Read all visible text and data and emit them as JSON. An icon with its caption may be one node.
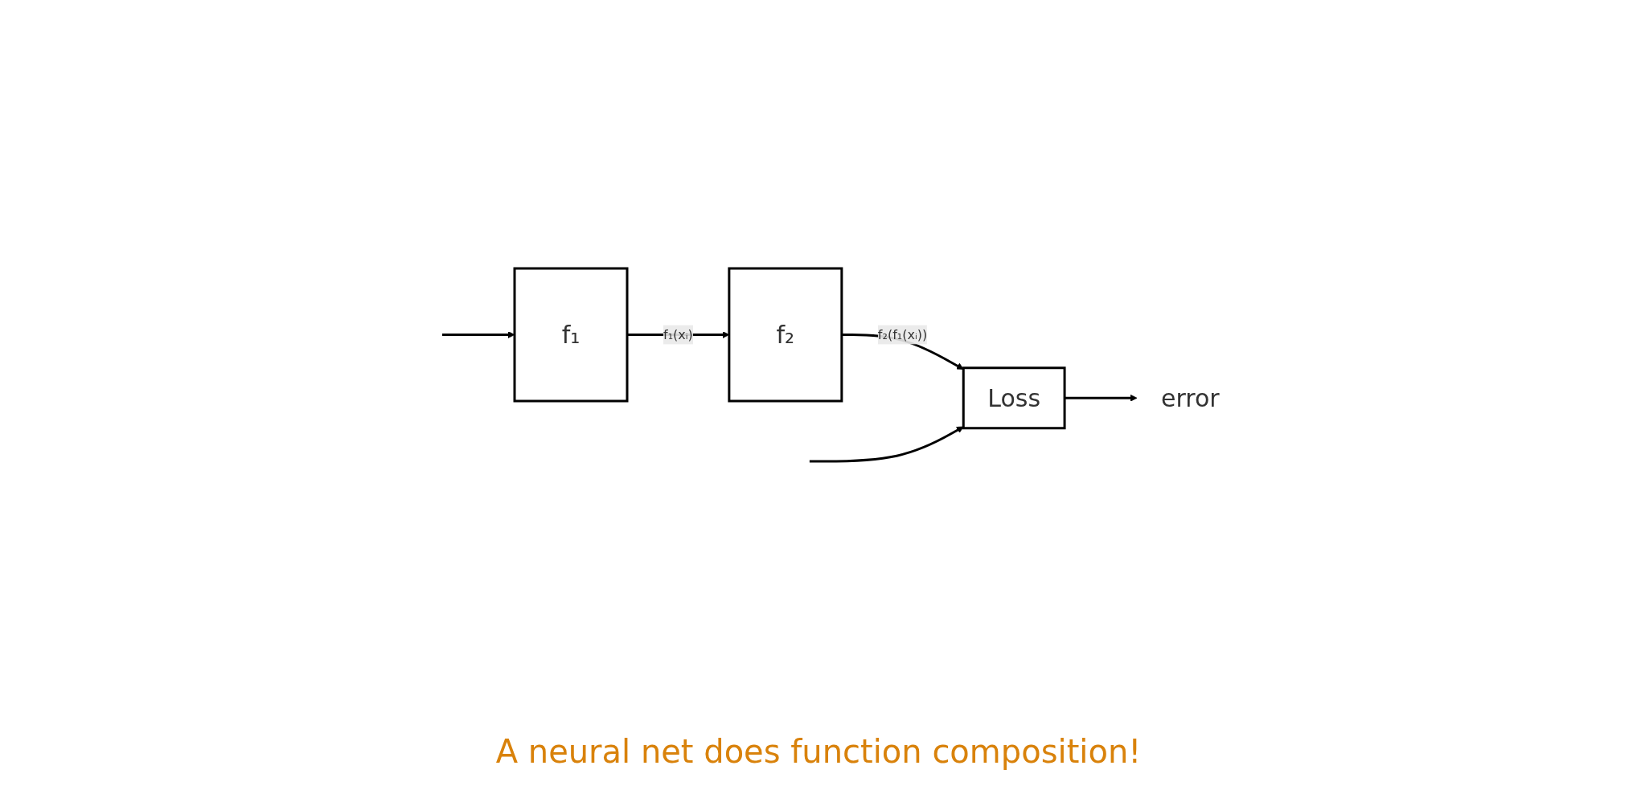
{
  "diagram": {
    "nodes": [
      {
        "text": [
          "f₁"
        ]
      },
      {
        "text": [
          "f₂"
        ]
      },
      {
        "text": [
          "Loss"
        ]
      },
      {
        "text": [
          "error"
        ]
      }
    ],
    "edges": [
      {
        "from": null,
        "to": 0,
        "arrow": "to"
      },
      {
        "from": 0,
        "to": 1,
        "arrow": "to",
        "label": "f₁(xᵢ)"
      },
      {
        "from": 1,
        "to": 2,
        "arrow": "to",
        "label": "f₂(f₁(xᵢ))"
      },
      {
        "from": 2,
        "to": 3,
        "arrow": "to"
      },
      {
        "from": null,
        "to": 2,
        "arrow": "to"
      }
    ],
    "labels": [
      "A neural net does function composition!"
    ]
  }
}
